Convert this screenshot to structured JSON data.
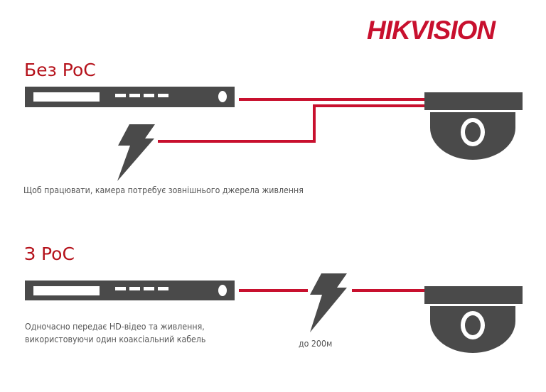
{
  "logo": {
    "text": "HIKVISION"
  },
  "colors": {
    "accent": "#c8102e",
    "title": "#b5121b",
    "device": "#4a4a4a",
    "text": "#555555"
  },
  "without_poc": {
    "title": "Без PoC",
    "note": "Щоб працювати, камера потребує зовнішнього джерела живлення"
  },
  "with_poc": {
    "title": "З PoC",
    "note_line1": "Одночасно передає HD-відео та живлення,",
    "note_line2": "використовуючи один коаксіальний кабель",
    "distance": "до 200м"
  }
}
